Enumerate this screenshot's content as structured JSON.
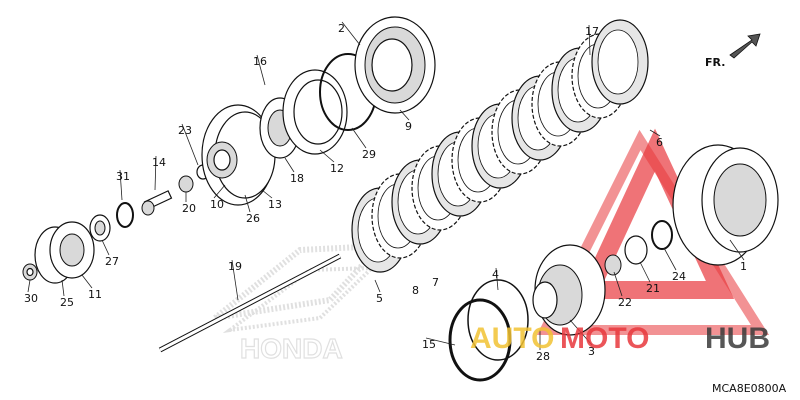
{
  "diagram": {
    "part_numbers": [
      "1",
      "2",
      "3",
      "4",
      "5",
      "6",
      "7",
      "8",
      "9",
      "10",
      "11",
      "12",
      "13",
      "14",
      "15",
      "16",
      "17",
      "18",
      "19",
      "20",
      "21",
      "22",
      "23",
      "24",
      "25",
      "26",
      "27",
      "28",
      "29",
      "30",
      "31"
    ],
    "figure_code": "MCA8E0800A",
    "direction_label": "FR.",
    "watermark_brand": "AUTOMOTOHUB",
    "watermark_brand_a": "AUTO",
    "watermark_brand_b": "MOTO",
    "watermark_brand_c": "HUB",
    "logo_text": "HONDA",
    "colors": {
      "line": "#111111",
      "watermark_red": "#e8383d",
      "watermark_yellow": "#f2c233",
      "watermark_dark": "#3a3a3a",
      "logo_gray": "#c8c8c8"
    }
  }
}
